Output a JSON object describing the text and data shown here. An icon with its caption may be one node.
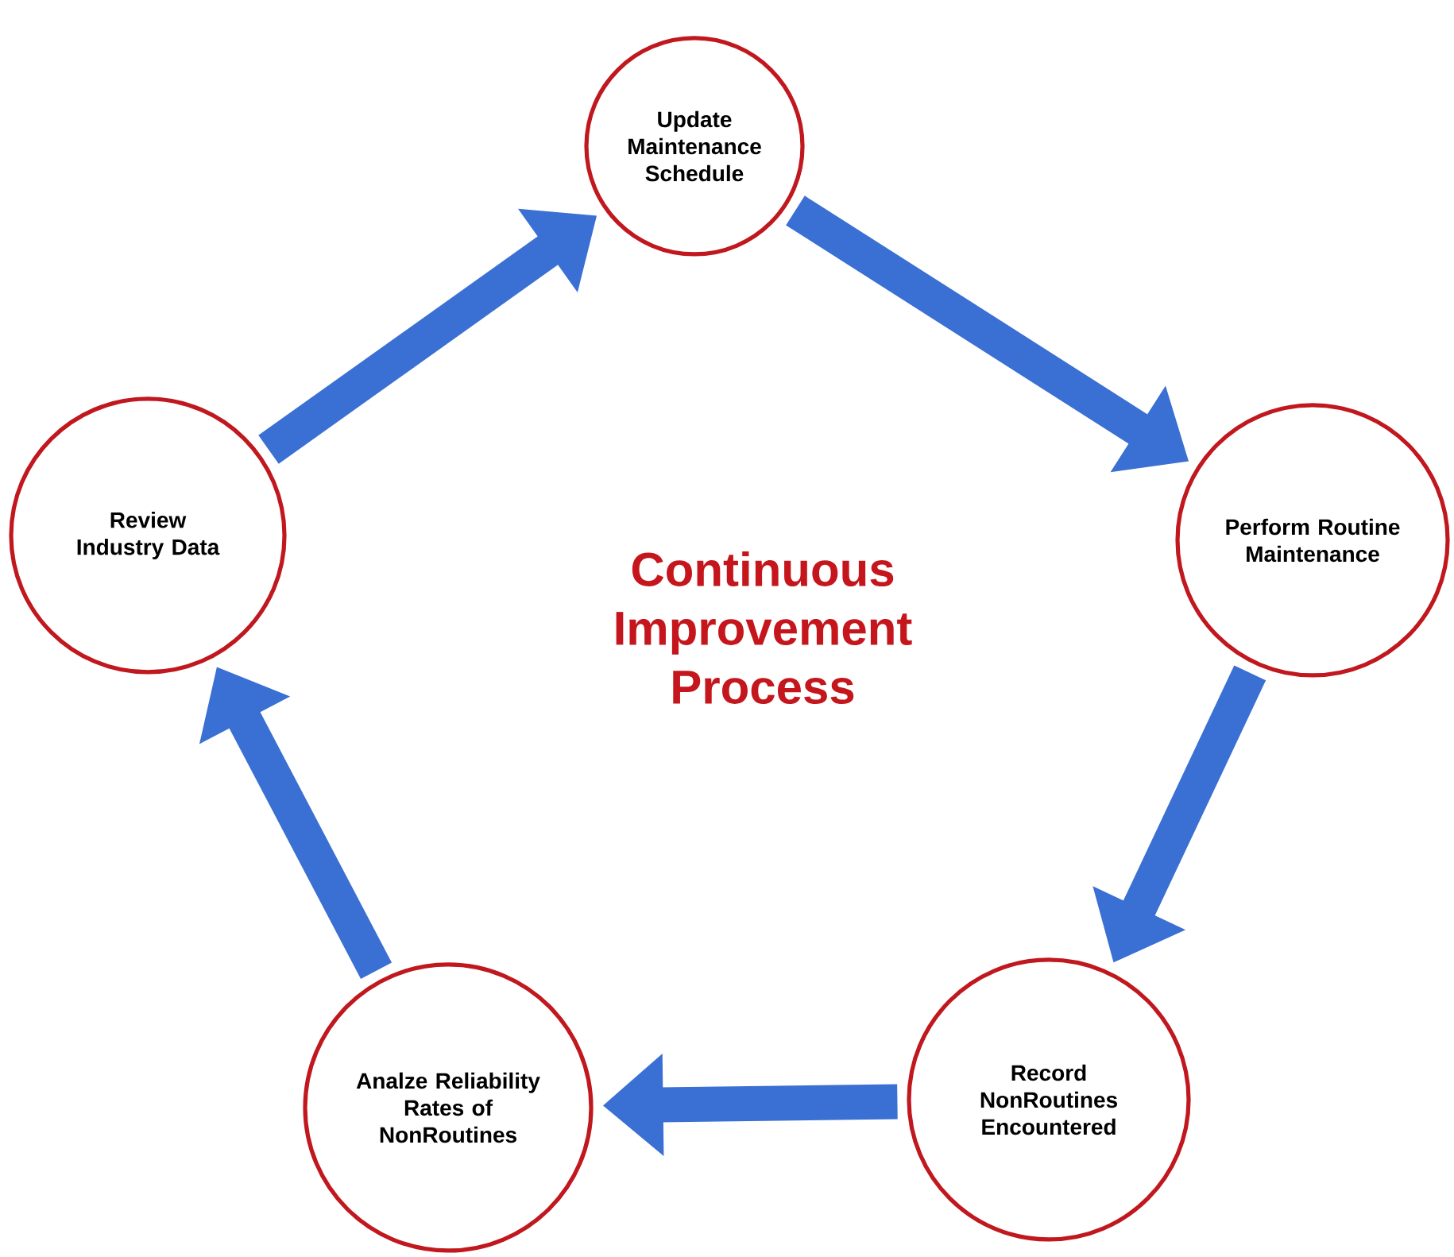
{
  "diagram": {
    "title": "Continuous Improvement Process",
    "nodes": [
      {
        "text": [
          "Update Maintenance Schedule"
        ]
      },
      {
        "text": [
          "Perform Routine Maintenance"
        ]
      },
      {
        "text": [
          "Record NonRoutines Encountered"
        ]
      },
      {
        "text": [
          "Analze Reliability Rates of NonRoutines"
        ]
      },
      {
        "text": [
          "Review Industry Data"
        ]
      }
    ],
    "edges": [
      {
        "from": 0,
        "to": 1,
        "arrow": "to"
      },
      {
        "from": 1,
        "to": 2,
        "arrow": "to"
      },
      {
        "from": 2,
        "to": 3,
        "arrow": "to"
      },
      {
        "from": 3,
        "to": 4,
        "arrow": "to"
      },
      {
        "from": 4,
        "to": 0,
        "arrow": "to"
      }
    ]
  }
}
